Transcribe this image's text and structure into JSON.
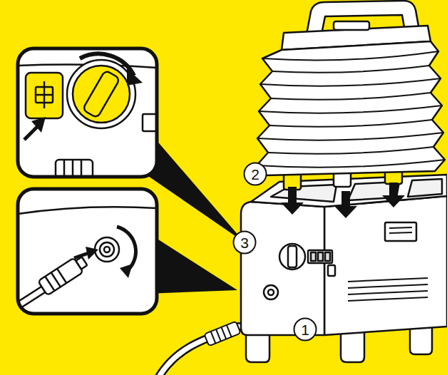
{
  "diagram": {
    "nodes": [
      {
        "text": [
          "2"
        ]
      },
      {
        "text": [
          "3"
        ]
      },
      {
        "text": [
          "1"
        ]
      }
    ]
  }
}
